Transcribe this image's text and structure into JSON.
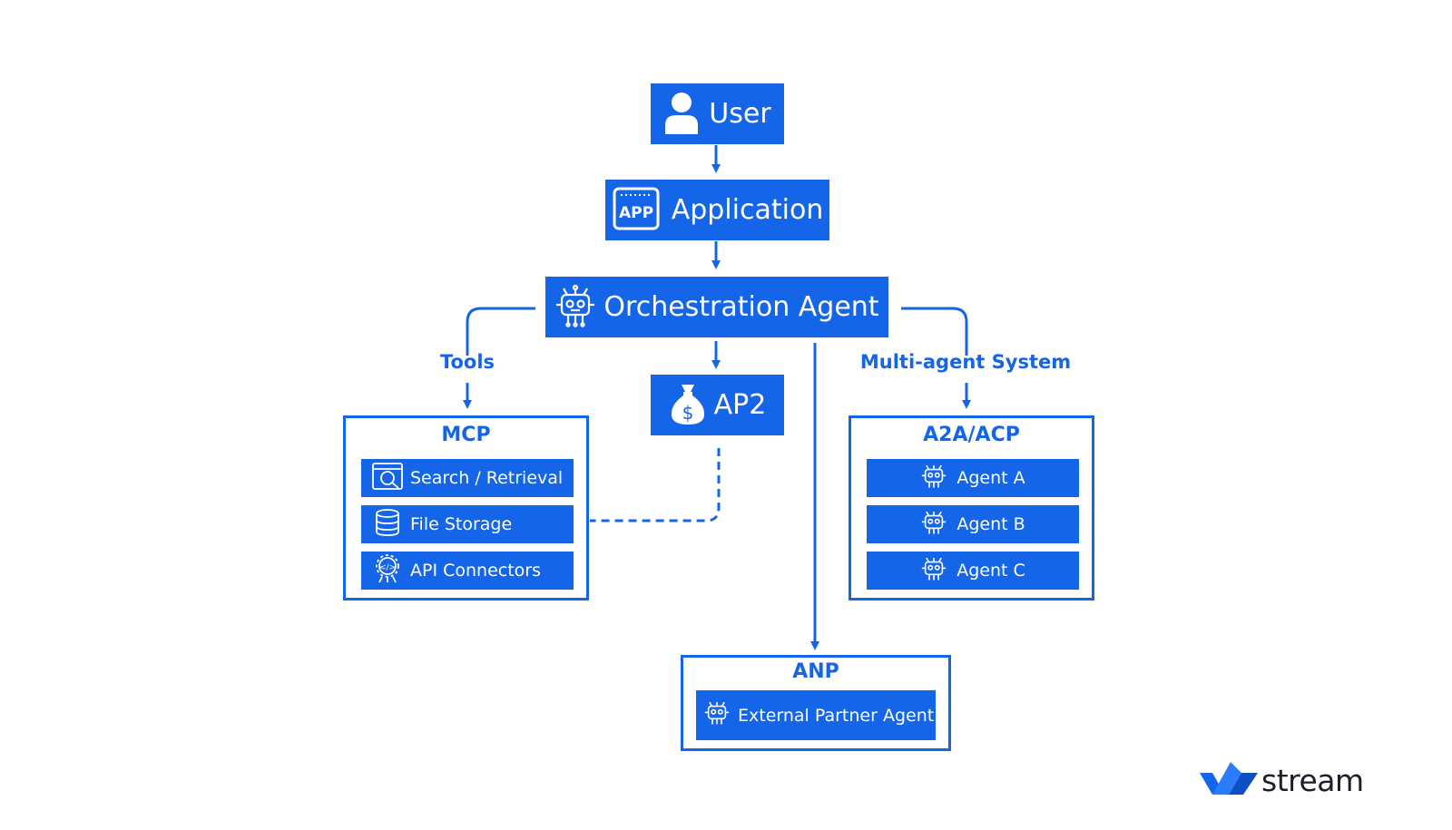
{
  "colors": {
    "primary": "#1565e8",
    "background": "#ffffff",
    "text_on_primary": "#ffffff",
    "brand_text": "#1d1d2b"
  },
  "nodes": {
    "user": {
      "label": "User",
      "icon": "user-icon"
    },
    "application": {
      "label": "Application",
      "icon": "app-icon",
      "icon_text": "APP"
    },
    "orchestration": {
      "label": "Orchestration Agent",
      "icon": "robot-icon"
    },
    "ap2": {
      "label": "AP2",
      "icon": "money-bag-icon"
    }
  },
  "edges": {
    "tools_label": "Tools",
    "multi_agent_label": "Multi-agent System"
  },
  "groups": {
    "mcp": {
      "title": "MCP",
      "items": [
        {
          "label": "Search / Retrieval",
          "icon": "search-window-icon"
        },
        {
          "label": "File Storage",
          "icon": "database-icon"
        },
        {
          "label": "API Connectors",
          "icon": "api-gear-icon"
        }
      ]
    },
    "a2a": {
      "title": "A2A/ACP",
      "items": [
        {
          "label": "Agent A",
          "icon": "robot-icon"
        },
        {
          "label": "Agent B",
          "icon": "robot-icon"
        },
        {
          "label": "Agent C",
          "icon": "robot-icon"
        }
      ]
    },
    "anp": {
      "title": "ANP",
      "items": [
        {
          "label": "External Partner Agent",
          "icon": "robot-icon"
        }
      ]
    }
  },
  "brand": {
    "name": "stream",
    "icon": "stream-logo-icon"
  }
}
